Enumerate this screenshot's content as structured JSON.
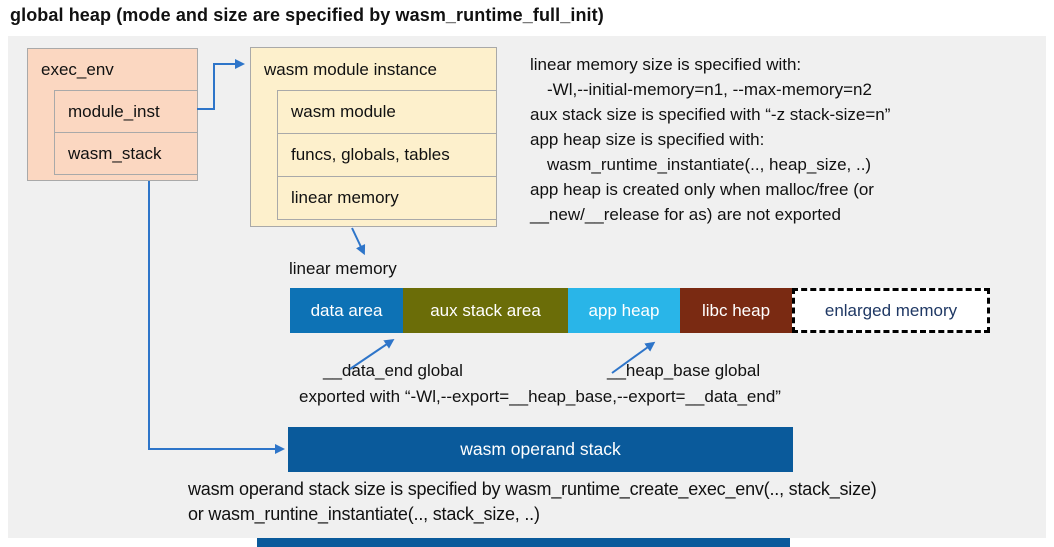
{
  "title": "global heap (mode and size are specified by wasm_runtime_full_init)",
  "exec_env": {
    "header": "exec_env",
    "row1": "module_inst",
    "row2": "wasm_stack"
  },
  "module_instance": {
    "header": "wasm module instance",
    "row1": "wasm module",
    "row2": "funcs, globals, tables",
    "row3": "linear memory"
  },
  "notes": {
    "line1": "linear memory size is specified with:",
    "line2": "-Wl,--initial-memory=n1, --max-memory=n2",
    "line3": "aux stack size is specified with “-z stack-size=n”",
    "line4": "app heap size is specified with:",
    "line5": "wasm_runtime_instantiate(.., heap_size, ..)",
    "line6": "app heap is created only when malloc/free (or",
    "line7": "__new/__release for as) are not exported"
  },
  "linear_memory": {
    "label": "linear memory",
    "segments": {
      "data_area": {
        "label": "data area",
        "color": "#0d72b5"
      },
      "aux_stack": {
        "label": "aux stack area",
        "color": "#6b6d08"
      },
      "app_heap": {
        "label": "app heap",
        "color": "#29b5e8"
      },
      "libc_heap": {
        "label": "libc heap",
        "color": "#7a2a12"
      },
      "enlarged": {
        "label": "enlarged memory",
        "color": "#ffffff",
        "text_color": "#1f3864"
      }
    }
  },
  "annotations": {
    "data_end": "__data_end global",
    "heap_base": "__heap_base global",
    "exported": "exported with “-Wl,--export=__heap_base,--export=__data_end”"
  },
  "operand_stack": {
    "label": "wasm operand stack",
    "color": "#0a5a9b"
  },
  "footer": {
    "line1": "wasm operand stack size is specified by wasm_runtime_create_exec_env(.., stack_size)",
    "line2": "or wasm_runtine_instantiate(.., stack_size, ..)"
  },
  "colors": {
    "panel": "#f0f0f0",
    "exec_fill": "#fbd7c1",
    "module_fill": "#fdf0cc",
    "arrow": "#2e75c9"
  }
}
